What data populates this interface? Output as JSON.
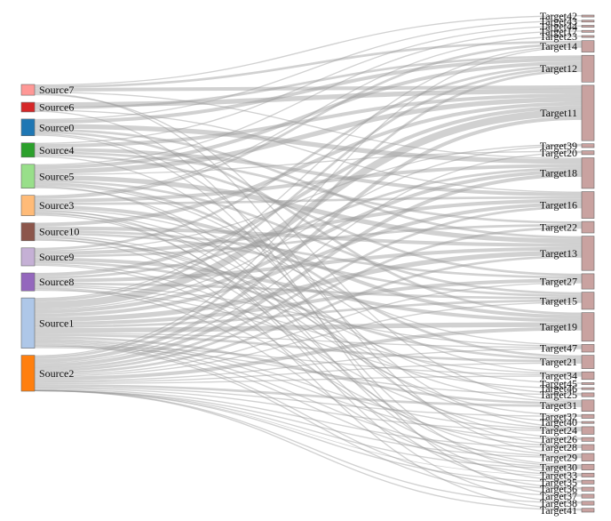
{
  "diagram": {
    "type": "sankey",
    "link_color": "#9a9a9a",
    "target_color": "#c9a2a0",
    "sources": [
      {
        "id": "Source7",
        "label": "Source7",
        "color": "#ff9896",
        "value": 9
      },
      {
        "id": "Source6",
        "label": "Source6",
        "color": "#d62728",
        "value": 8
      },
      {
        "id": "Source0",
        "label": "Source0",
        "color": "#1f77b4",
        "value": 14
      },
      {
        "id": "Source4",
        "label": "Source4",
        "color": "#2ca02c",
        "value": 12
      },
      {
        "id": "Source5",
        "label": "Source5",
        "color": "#98df8a",
        "value": 20
      },
      {
        "id": "Source3",
        "label": "Source3",
        "color": "#ffbb78",
        "value": 17
      },
      {
        "id": "Source10",
        "label": "Source10",
        "color": "#8c564b",
        "value": 15
      },
      {
        "id": "Source9",
        "label": "Source9",
        "color": "#c5b0d5",
        "value": 15
      },
      {
        "id": "Source8",
        "label": "Source8",
        "color": "#9467bd",
        "value": 15
      },
      {
        "id": "Source1",
        "label": "Source1",
        "color": "#aec7e8",
        "value": 42
      },
      {
        "id": "Source2",
        "label": "Source2",
        "color": "#ff7f0e",
        "value": 30
      }
    ],
    "targets": [
      {
        "id": "Target42",
        "label": "Target42",
        "value": 1
      },
      {
        "id": "Target43",
        "label": "Target43",
        "value": 1
      },
      {
        "id": "Target44",
        "label": "Target44",
        "value": 1
      },
      {
        "id": "Target17",
        "label": "Target17",
        "value": 1
      },
      {
        "id": "Target23",
        "label": "Target23",
        "value": 1
      },
      {
        "id": "Target14",
        "label": "Target14",
        "value": 6
      },
      {
        "id": "Target12",
        "label": "Target12",
        "value": 14
      },
      {
        "id": "Target11",
        "label": "Target11",
        "value": 29
      },
      {
        "id": "Target39",
        "label": "Target39",
        "value": 2
      },
      {
        "id": "Target20",
        "label": "Target20",
        "value": 2
      },
      {
        "id": "Target18",
        "label": "Target18",
        "value": 16
      },
      {
        "id": "Target16",
        "label": "Target16",
        "value": 14
      },
      {
        "id": "Target22",
        "label": "Target22",
        "value": 6
      },
      {
        "id": "Target13",
        "label": "Target13",
        "value": 18
      },
      {
        "id": "Target27",
        "label": "Target27",
        "value": 8
      },
      {
        "id": "Target15",
        "label": "Target15",
        "value": 9
      },
      {
        "id": "Target19",
        "label": "Target19",
        "value": 15
      },
      {
        "id": "Target47",
        "label": "Target47",
        "value": 4
      },
      {
        "id": "Target21",
        "label": "Target21",
        "value": 7
      },
      {
        "id": "Target34",
        "label": "Target34",
        "value": 4
      },
      {
        "id": "Target45",
        "label": "Target45",
        "value": 1
      },
      {
        "id": "Target46",
        "label": "Target46",
        "value": 1
      },
      {
        "id": "Target25",
        "label": "Target25",
        "value": 2
      },
      {
        "id": "Target31",
        "label": "Target31",
        "value": 6
      },
      {
        "id": "Target32",
        "label": "Target32",
        "value": 2
      },
      {
        "id": "Target40",
        "label": "Target40",
        "value": 1
      },
      {
        "id": "Target24",
        "label": "Target24",
        "value": 4
      },
      {
        "id": "Target26",
        "label": "Target26",
        "value": 2
      },
      {
        "id": "Target28",
        "label": "Target28",
        "value": 3
      },
      {
        "id": "Target29",
        "label": "Target29",
        "value": 4
      },
      {
        "id": "Target30",
        "label": "Target30",
        "value": 3
      },
      {
        "id": "Target33",
        "label": "Target33",
        "value": 2
      },
      {
        "id": "Target35",
        "label": "Target35",
        "value": 2
      },
      {
        "id": "Target36",
        "label": "Target36",
        "value": 2
      },
      {
        "id": "Target37",
        "label": "Target37",
        "value": 2
      },
      {
        "id": "Target38",
        "label": "Target38",
        "value": 2
      },
      {
        "id": "Target41",
        "label": "Target41",
        "value": 2
      }
    ],
    "links": [
      [
        "Source7",
        "Target42",
        1
      ],
      [
        "Source7",
        "Target14",
        2
      ],
      [
        "Source7",
        "Target11",
        3
      ],
      [
        "Source7",
        "Target18",
        1
      ],
      [
        "Source7",
        "Target29",
        1
      ],
      [
        "Source7",
        "Target31",
        1
      ],
      [
        "Source6",
        "Target11",
        4
      ],
      [
        "Source6",
        "Target12",
        2
      ],
      [
        "Source6",
        "Target16",
        1
      ],
      [
        "Source6",
        "Target37",
        1
      ],
      [
        "Source0",
        "Target43",
        1
      ],
      [
        "Source0",
        "Target12",
        3
      ],
      [
        "Source0",
        "Target18",
        4
      ],
      [
        "Source0",
        "Target13",
        2
      ],
      [
        "Source0",
        "Target19",
        2
      ],
      [
        "Source0",
        "Target24",
        1
      ],
      [
        "Source0",
        "Target33",
        1
      ],
      [
        "Source4",
        "Target44",
        1
      ],
      [
        "Source4",
        "Target11",
        3
      ],
      [
        "Source4",
        "Target16",
        3
      ],
      [
        "Source4",
        "Target22",
        2
      ],
      [
        "Source4",
        "Target27",
        2
      ],
      [
        "Source4",
        "Target28",
        1
      ],
      [
        "Source5",
        "Target17",
        1
      ],
      [
        "Source5",
        "Target12",
        3
      ],
      [
        "Source5",
        "Target11",
        4
      ],
      [
        "Source5",
        "Target20",
        1
      ],
      [
        "Source5",
        "Target13",
        4
      ],
      [
        "Source5",
        "Target15",
        2
      ],
      [
        "Source5",
        "Target21",
        2
      ],
      [
        "Source5",
        "Target34",
        1
      ],
      [
        "Source5",
        "Target35",
        1
      ],
      [
        "Source5",
        "Target26",
        1
      ],
      [
        "Source3",
        "Target23",
        1
      ],
      [
        "Source3",
        "Target14",
        2
      ],
      [
        "Source3",
        "Target18",
        3
      ],
      [
        "Source3",
        "Target16",
        2
      ],
      [
        "Source3",
        "Target19",
        3
      ],
      [
        "Source3",
        "Target47",
        1
      ],
      [
        "Source3",
        "Target30",
        1
      ],
      [
        "Source3",
        "Target25",
        1
      ],
      [
        "Source3",
        "Target38",
        1
      ],
      [
        "Source3",
        "Target40",
        1
      ],
      [
        "Source3",
        "Target36",
        1
      ],
      [
        "Source10",
        "Target11",
        3
      ],
      [
        "Source10",
        "Target13",
        3
      ],
      [
        "Source10",
        "Target27",
        2
      ],
      [
        "Source10",
        "Target15",
        2
      ],
      [
        "Source10",
        "Target31",
        1
      ],
      [
        "Source10",
        "Target29",
        1
      ],
      [
        "Source10",
        "Target32",
        1
      ],
      [
        "Source10",
        "Target41",
        1
      ],
      [
        "Source10",
        "Target45",
        1
      ],
      [
        "Source9",
        "Target12",
        2
      ],
      [
        "Source9",
        "Target39",
        1
      ],
      [
        "Source9",
        "Target16",
        3
      ],
      [
        "Source9",
        "Target22",
        2
      ],
      [
        "Source9",
        "Target19",
        3
      ],
      [
        "Source9",
        "Target21",
        2
      ],
      [
        "Source9",
        "Target24",
        1
      ],
      [
        "Source9",
        "Target30",
        1
      ],
      [
        "Source8",
        "Target11",
        3
      ],
      [
        "Source8",
        "Target18",
        2
      ],
      [
        "Source8",
        "Target13",
        3
      ],
      [
        "Source8",
        "Target15",
        2
      ],
      [
        "Source8",
        "Target47",
        1
      ],
      [
        "Source8",
        "Target34",
        1
      ],
      [
        "Source8",
        "Target28",
        1
      ],
      [
        "Source8",
        "Target33",
        1
      ],
      [
        "Source8",
        "Target46",
        1
      ],
      [
        "Source1",
        "Target14",
        1
      ],
      [
        "Source1",
        "Target12",
        2
      ],
      [
        "Source1",
        "Target11",
        6
      ],
      [
        "Source1",
        "Target39",
        1
      ],
      [
        "Source1",
        "Target18",
        3
      ],
      [
        "Source1",
        "Target16",
        3
      ],
      [
        "Source1",
        "Target13",
        4
      ],
      [
        "Source1",
        "Target27",
        3
      ],
      [
        "Source1",
        "Target15",
        2
      ],
      [
        "Source1",
        "Target19",
        4
      ],
      [
        "Source1",
        "Target47",
        1
      ],
      [
        "Source1",
        "Target21",
        2
      ],
      [
        "Source1",
        "Target31",
        2
      ],
      [
        "Source1",
        "Target24",
        1
      ],
      [
        "Source1",
        "Target26",
        1
      ],
      [
        "Source1",
        "Target29",
        1
      ],
      [
        "Source1",
        "Target30",
        1
      ],
      [
        "Source1",
        "Target36",
        1
      ],
      [
        "Source1",
        "Target37",
        1
      ],
      [
        "Source1",
        "Target34",
        1
      ],
      [
        "Source1",
        "Target25",
        1
      ],
      [
        "Source2",
        "Target14",
        1
      ],
      [
        "Source2",
        "Target12",
        2
      ],
      [
        "Source2",
        "Target11",
        3
      ],
      [
        "Source2",
        "Target20",
        1
      ],
      [
        "Source2",
        "Target18",
        3
      ],
      [
        "Source2",
        "Target16",
        2
      ],
      [
        "Source2",
        "Target22",
        2
      ],
      [
        "Source2",
        "Target13",
        2
      ],
      [
        "Source2",
        "Target27",
        1
      ],
      [
        "Source2",
        "Target15",
        1
      ],
      [
        "Source2",
        "Target19",
        3
      ],
      [
        "Source2",
        "Target47",
        1
      ],
      [
        "Source2",
        "Target21",
        1
      ],
      [
        "Source2",
        "Target34",
        1
      ],
      [
        "Source2",
        "Target31",
        2
      ],
      [
        "Source2",
        "Target32",
        1
      ],
      [
        "Source2",
        "Target24",
        1
      ],
      [
        "Source2",
        "Target28",
        1
      ],
      [
        "Source2",
        "Target29",
        1
      ],
      [
        "Source2",
        "Target30",
        1
      ],
      [
        "Source2",
        "Target33",
        0
      ],
      [
        "Source2",
        "Target35",
        1
      ],
      [
        "Source2",
        "Target38",
        1
      ],
      [
        "Source2",
        "Target41",
        1
      ]
    ]
  }
}
